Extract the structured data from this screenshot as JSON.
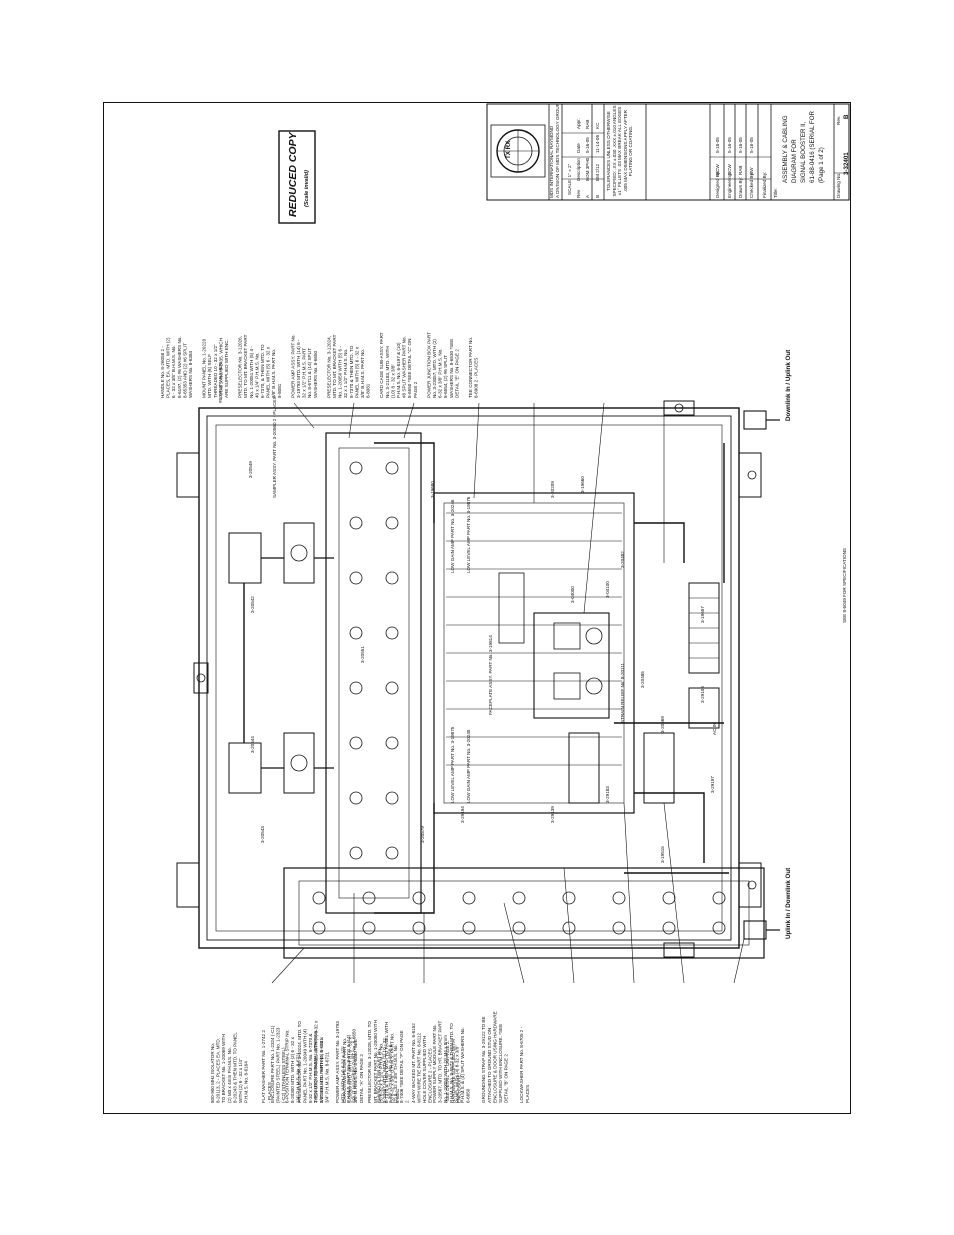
{
  "stamp": {
    "title": "REDUCED COPY",
    "subtitle": "(Scale invalid)"
  },
  "footer_note": "SEE 8-6049 FOR SPECIFICATIONS",
  "title_block": {
    "company": "MDS INTERNATIONAL RAYMOND",
    "company_sub": "A DIVISION OF MDS TECHNOLOGY GROUP",
    "scale": "SCALE: 1\" = 2\"",
    "rev_header": [
      "Rev",
      "Description",
      "Date",
      "Appr."
    ],
    "revisions": [
      [
        "A",
        "BOM 3PH0",
        "5-16-05",
        "RAB"
      ],
      [
        "B",
        "BM 2/12",
        "11-14-06",
        "KC"
      ]
    ],
    "tolerances": "TOLERANCES UNLESS OTHERWISE SPECIFIED: .XX ±.030  .XXX ±.010  ANGLES ±1°  FILLETS .03 MAX  BREAK ALL EDGES .005 MAX  DIMENSIONS APPLY AFTER PLATING OR COATING.",
    "signoffs": [
      [
        "Designed By:",
        "BCW",
        "5-18-05"
      ],
      [
        "Engineering:",
        "BCW",
        "5-16-05"
      ],
      [
        "Drawn By:",
        "RAB",
        "5-16-05"
      ],
      [
        "Checked By:",
        "BW",
        "5-16-05"
      ],
      [
        "Finalized By:",
        "",
        ""
      ]
    ],
    "title_label": "Title:",
    "title_lines": [
      "ASSEMBLY & CABLING",
      "DIAGRAM FOR",
      "SIGNAL BOOSTER II,",
      "61-88-0416 (SERIAL FOR",
      "(Page 1 of 2)"
    ],
    "drawing_label": "Drawing No.",
    "drawing_no": "3-32401",
    "rev_label": "Rev.",
    "rev_value": "B"
  },
  "callouts_left": [
    "ENCLOSURE PART No. 1-2324 (-C1) (PAINTED STEEL) PART No. 1-2323 (-C2) (STAINLESS STEEL)",
    "PRESELECTOR No. 3-12024, MTD. TO PANEL PART No. 1-20049 WITH (4) 8-32 x 1/2\" P.H.M.S. No. 6-7370 & THEN MTD. TO PANEL WITH (4) 6-32 x 3/8\" B.H.M.S. PART No. 8-8081",
    "POWER AMP ASSY. PART No. 3-19793 MTD. WITH (14) 6-32 x 1/2\" P.H.M.S. PART No. 8-6711 & (14) SPLIT WASHERS PART No. 6-6650",
    "PRESELECTOR No. 3-12028, MTD. TO MT. BRACKET PART No. 1-20050 WITH (5) 6-32 x 1 1/2\" P.H.M.S. No. 6-7370 & THEN MTD. TO PANEL WITH (5) 6-32 x 3/8\" B.H.M.S. PART No. 8-8081",
    "4-WAY BACKED MT. PART No. 6-8152 WITH WIRE TIE PART No. 8-8112",
    "POWER SUPPLY MODULE PART No. 3-20567, MTD. TO HT. BRACKET PART No. 1-20050 WITH (3) M4 x 8mm P.H.M.S. No. 8-5573 & THEN MTD. TO PANEL WITH (4) 8-32 x 3/8\" P.H.M.S. & (4) SPLIT WASHERS No. 6-6650",
    "GROUNDING STRAP No. 3-29122 TO BE ATTACHED TO GROUND STUD ON ENCLOSURE & DOOR USING HARDWARE SUPPLIED WITH ENCLOSURE. *SEE DETAIL \"B\" ON PAGE 2",
    "LOCKWASHER PART No. 8-6705 2 - PLACES"
  ],
  "callouts_top": [
    "HANDLE No. 8-26058 2 - PLACES, EA. MTD. WITH (2) 6 - 32 x 3/8\" B.H.M.S. No. 8-6197, (2) #6 WASHERS No. 8-65353 AND (2) #6 SPLIT WASHERS No. 8-6384",
    "MOUNT PANEL No. 1-20220 MTD. WITH (8) SELF THREADED 10 - 32 x 1/2\" P.H.M.S. No. 8-2435. WHICH ARE SUPPLIED WITH ENC.",
    "PRESELECTOR No. 3-12026, MTD. TO MT. BRACKET PART No. 1-20051 WITH (5) 4 - 40 x 1/4\" P.H.M.S. No. 6-7370, & THEN MTD. TO PANEL WITH (5) 6 - 32 x 3/8\" B.H.M.S. PART No. 8-8081",
    "POWER AMP ASSY. PART No. 3-19793 MTD. WITH (14) 6 - 32 x 1/2\" P.H.M.S. PART No. 8-6711 & (14) SPLIT WASHERS No. 8-6650",
    "PRESELECTOR No. 3-12024, MTD. TO MT. BRACKET PART No. 1-20050 WITH (5) 6 - 32 x 1 1/2\" P.H.M.S. No. 8-7370 & THEN MTD. TO PANEL WITH (5) 6 - 32 x 3/8\" B.H.M.S. PART No. 8-8081",
    "CARD CAGE SUB-ASSY. PART No. 3-21183, MTD. WITH (10) 8 - 32 x 3/8\" P.H.M.S. No. 6-8197 & (10) #8 SPLIT WASHER PART No. 8-6550 *SEE DETAIL \"C\" ON PAGE 2",
    "POWER JUNCTION BOX PART No. 3-23057, MTD. WITH (2) 6-32 x 3/8\" P.H.M.S. No. 8-6554, (2) #6 SPLIT WASHERS No. 8-6530 *SEE DETAIL \"E\" ON PAGE 2",
    "TEE CONNECTOR PART No. 8-6908 2 - PLACES"
  ],
  "callouts_bottom": [
    "800-900 MHz ISOLATOR No. 8-20113, 2 - PLACES EA. MTD. TO BRACKET No. 1-20069 WITH (2) M3 x 4mm P.H.M.S. No. 8-20243 & THEN MTD. TO PANEL WITH (2) 6 - 32 x 1/4\" P.H.M.S. No. 8-6164",
    "FLAT WASHER PART No. 1-2742 2 - PLACES",
    "6-POSITION TERMINAL STRIP No. 8-20300 MTD. WITH (2) 6 - 32 x 1/4\" P.H.M.S. No. 8-6721",
    "2-POSITION TERMINAL STRIP No. 8-20300 MTD. WITH (2) 6 - 32 x 3/4\" P.H.M.S. No. 8-6721",
    "CAPACITIVE FILTER PART No. 3-20869 MTD. WITH (1) 6 - 32 x 3/8\" B.H.M.S. No. 8-6380 *SEE DETAIL \"A\" ON PAGE 2",
    "EMI/RFI FILTER PART No. 8-20667 MTD. WITH (2) 10 - 32 x 3/8\" T.H.M.S. No. 8-8558 & (2) 8 - 32 x 3/8\" T.H.M.S. No. 8-7406 *SEE DETAIL \"F\" ON PAGE 2",
    "HOLE COVER SUPPLIED WITH ENCLOSURE 2 - PLACES",
    "*SEE DETAIL \"C\" ON PAGE 2. HARDWARE SUPPLIED WITH ENCLOSURE."
  ],
  "connector_labels": {
    "right_top": "Downlink In / Uplink Out",
    "right_bottom": "Uplink In / Downlink Out",
    "split_washer": "#8 SPLIT WASHER",
    "ac_in": "AC IN"
  },
  "assembly_labels": {
    "sampler": "SAMPLER ASSY. PART No. 3-20560 2 - PLACES",
    "low_gain_amp_top": "LOW GAIN AMP PART No. 3-20246",
    "low_level_amp_top": "LOW LEVEL AMP PART No. 3-19876",
    "faceplate": "FACEPLATE ASSY. PART No. 3-19814",
    "low_level_amp_bottom": "LOW LEVEL AMP PART No. 3-19875",
    "low_gain_amp_bottom": "LOW GAIN AMP PART No. 3-20245",
    "strain_relief": "STRAIN RELIEF No. 8-20111"
  },
  "part_numbers": [
    "3-20549",
    "3-20542",
    "3-20551",
    "3-20544",
    "3-20543",
    "3-20579",
    "3-19680",
    "3-19660",
    "3-29194",
    "3-29139",
    "3-19515",
    "3-29197",
    "3-19657",
    "3-20482",
    "3-20485",
    "3-04000",
    "3-20569",
    "3-29108",
    "3-04100",
    "3-20209",
    "3-29183"
  ]
}
